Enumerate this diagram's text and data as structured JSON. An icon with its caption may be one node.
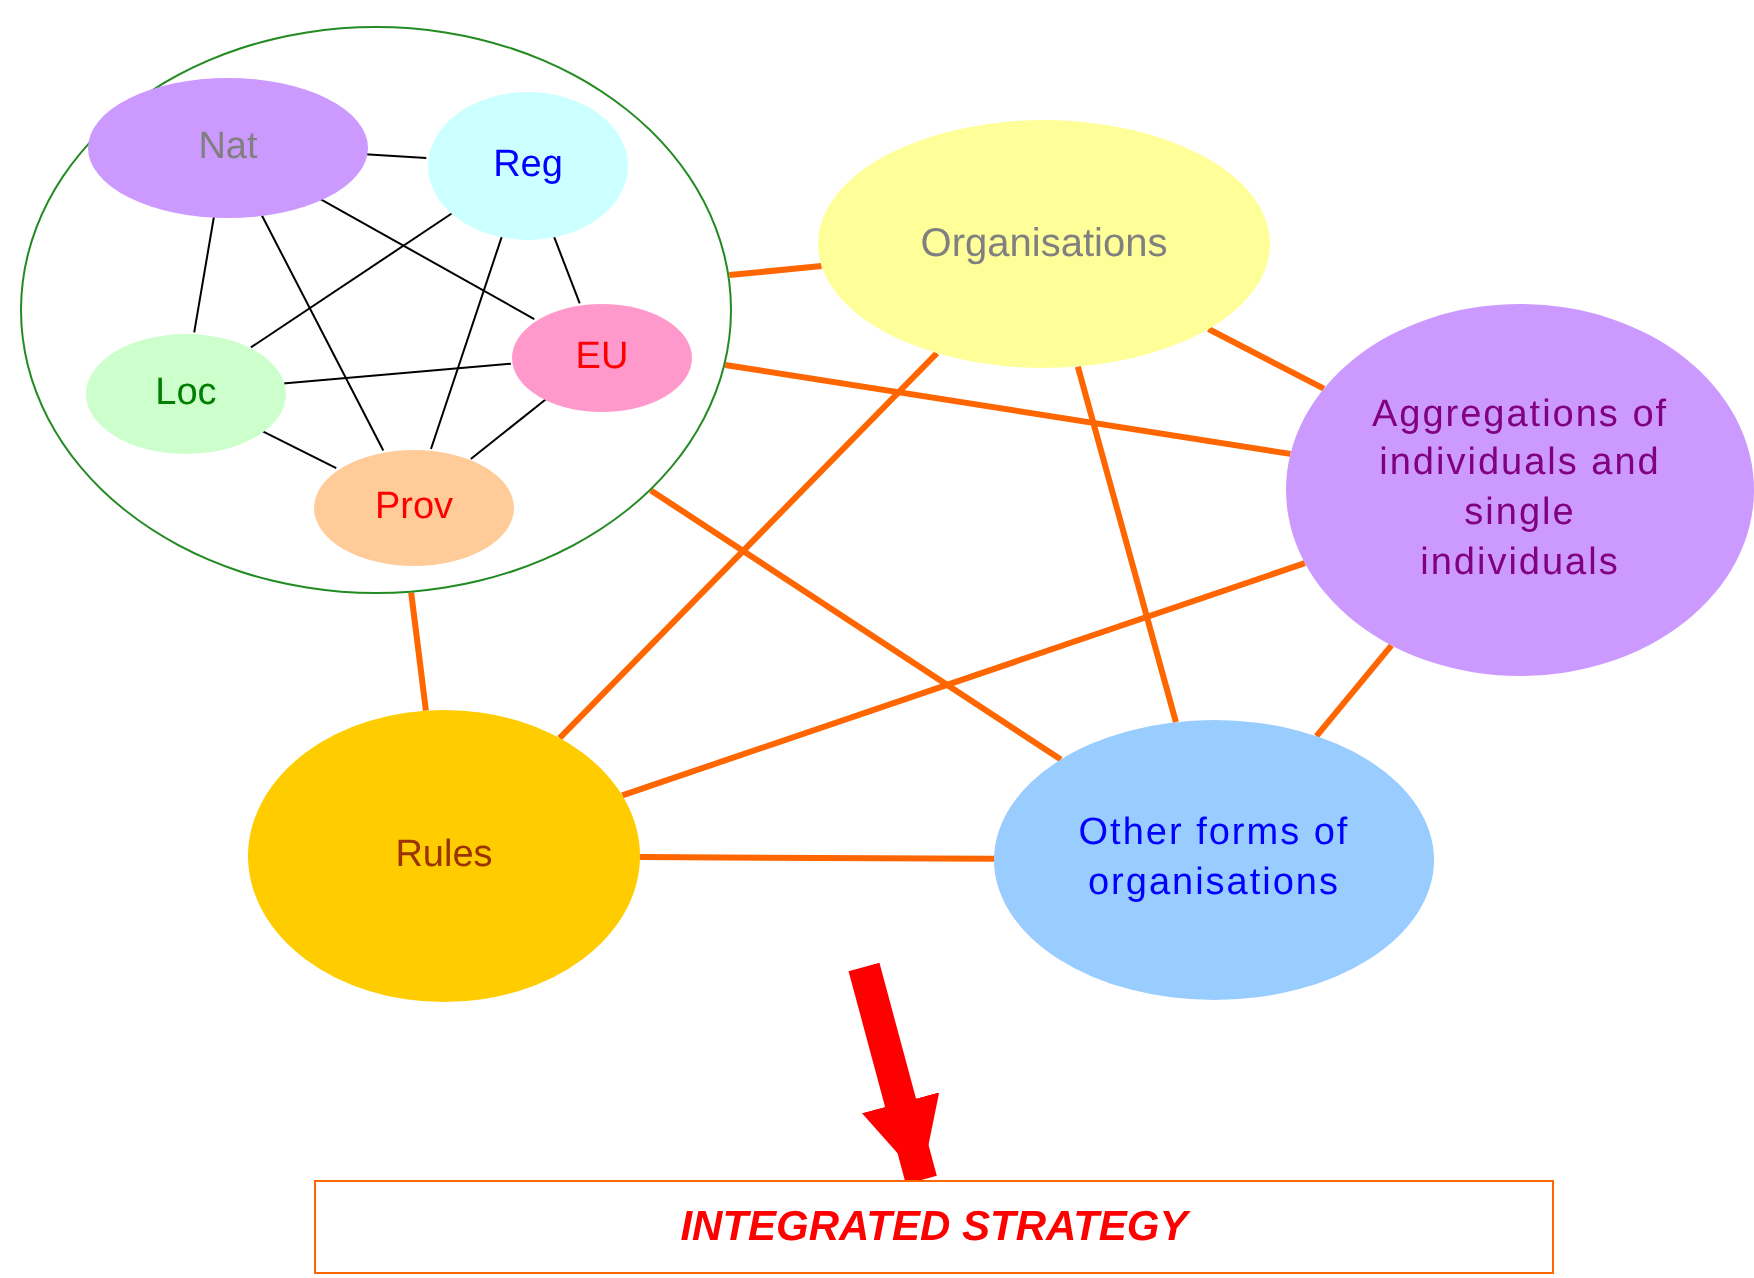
{
  "diagram": {
    "nodes": [
      {
        "text": [],
        "shape": "circle"
      },
      {
        "text": [
          "Nat"
        ],
        "in": 0
      },
      {
        "text": [
          "Reg"
        ],
        "in": 0
      },
      {
        "text": [
          "Loc"
        ],
        "in": 0
      },
      {
        "text": [
          "EU"
        ],
        "in": 0
      },
      {
        "text": [
          "Prov"
        ],
        "in": 0
      },
      {
        "text": [
          "Organisations"
        ]
      },
      {
        "text": [
          "Aggregations of individuals and single individuals"
        ]
      },
      {
        "text": [
          "Rules"
        ]
      },
      {
        "text": [
          "Other forms of organisations"
        ]
      },
      {
        "text": [
          "INTEGRATED STRATEGY"
        ]
      }
    ],
    "edges": [
      {
        "from": 1,
        "to": 2,
        "arrow": "none",
        "color": "#000000"
      },
      {
        "from": 1,
        "to": 3,
        "arrow": "none",
        "color": "#000000"
      },
      {
        "from": 1,
        "to": 5,
        "arrow": "none",
        "color": "#000000"
      },
      {
        "from": 1,
        "to": 4,
        "arrow": "none",
        "color": "#000000"
      },
      {
        "from": 2,
        "to": 3,
        "arrow": "none",
        "color": "#000000"
      },
      {
        "from": 2,
        "to": 5,
        "arrow": "none",
        "color": "#000000"
      },
      {
        "from": 2,
        "to": 4,
        "arrow": "none",
        "color": "#000000"
      },
      {
        "from": 3,
        "to": 4,
        "arrow": "none",
        "color": "#000000"
      },
      {
        "from": 3,
        "to": 5,
        "arrow": "none",
        "color": "#000000"
      },
      {
        "from": 4,
        "to": 5,
        "arrow": "none",
        "color": "#000000"
      },
      {
        "from": 0,
        "to": 6,
        "arrow": "none",
        "color": "#ff6600"
      },
      {
        "from": 0,
        "to": 7,
        "arrow": "none",
        "color": "#ff6600"
      },
      {
        "from": 0,
        "to": 8,
        "arrow": "none",
        "color": "#ff6600"
      },
      {
        "from": 0,
        "to": 9,
        "arrow": "none",
        "color": "#ff6600"
      },
      {
        "from": 6,
        "to": 7,
        "arrow": "none",
        "color": "#ff6600"
      },
      {
        "from": 6,
        "to": 8,
        "arrow": "none",
        "color": "#ff6600"
      },
      {
        "from": 6,
        "to": 9,
        "arrow": "none",
        "color": "#ff6600"
      },
      {
        "from": 7,
        "to": 8,
        "arrow": "none",
        "color": "#ff6600"
      },
      {
        "from": 7,
        "to": 9,
        "arrow": "none",
        "color": "#ff6600"
      },
      {
        "from": 8,
        "to": 9,
        "arrow": "none",
        "color": "#ff6600"
      },
      {
        "from": null,
        "to": 10,
        "arrow": "to",
        "style": "thick",
        "color": "#ff0000"
      }
    ]
  }
}
